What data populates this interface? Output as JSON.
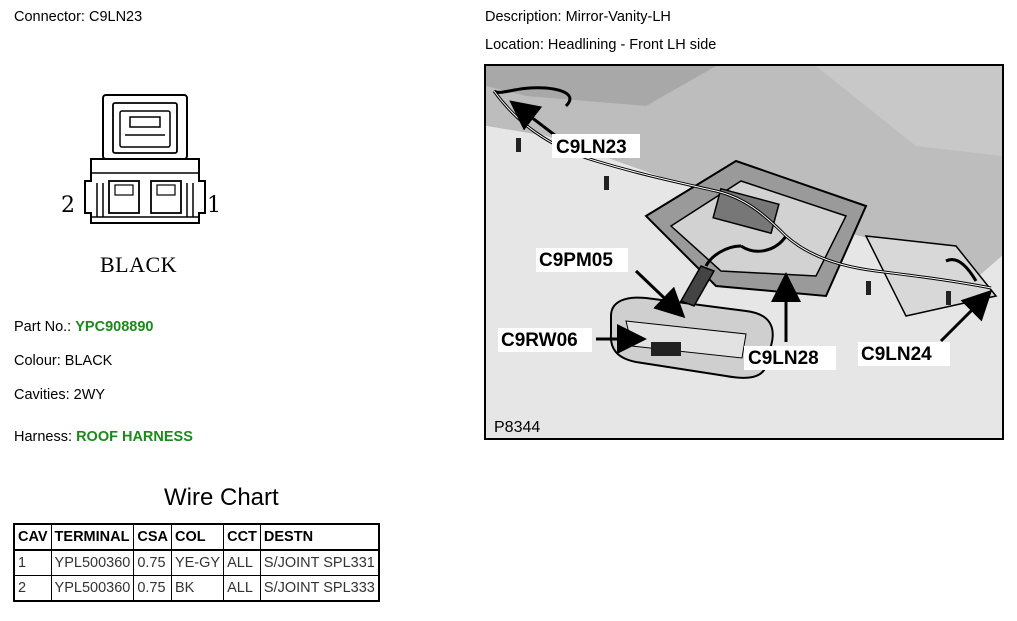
{
  "connector": {
    "label": "Connector:",
    "value": "C9LN23",
    "pin_left": "2",
    "pin_right": "1",
    "colour_caption": "BLACK"
  },
  "details": {
    "part_no_label": "Part No.:",
    "part_no_value": "YPC908890",
    "colour_label": "Colour:",
    "colour_value": "BLACK",
    "cavities_label": "Cavities:",
    "cavities_value": "2WY",
    "harness_label": "Harness:",
    "harness_value": "ROOF HARNESS",
    "accent_color": "#1a8a1a"
  },
  "description": {
    "label": "Description:",
    "value": "Mirror-Vanity-LH"
  },
  "location": {
    "label": "Location:",
    "value": "Headlining - Front LH side",
    "picture_id": "P8344",
    "callouts": [
      "C9LN23",
      "C9PM05",
      "C9RW06",
      "C9LN28",
      "C9LN24"
    ]
  },
  "wire_chart": {
    "title": "Wire Chart",
    "columns": [
      "CAV",
      "TERMINAL",
      "CSA",
      "COL",
      "CCT",
      "DESTN"
    ],
    "rows": [
      [
        "1",
        "YPL500360",
        "0.75",
        "YE-GY",
        "ALL",
        "S/JOINT SPL331"
      ],
      [
        "2",
        "YPL500360",
        "0.75",
        "BK",
        "ALL",
        "S/JOINT SPL333"
      ]
    ]
  }
}
